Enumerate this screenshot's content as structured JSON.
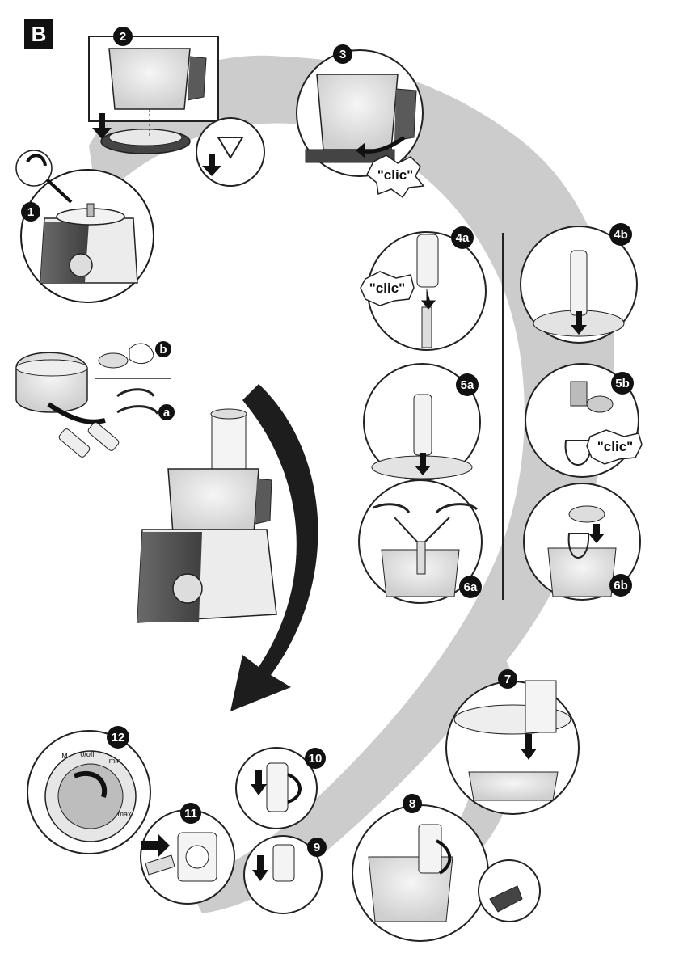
{
  "section_label": "B",
  "steps": {
    "s1": "1",
    "s2": "2",
    "s3": "3",
    "s4a": "4a",
    "s4b": "4b",
    "s5a": "5a",
    "s5b": "5b",
    "s6a": "6a",
    "s6b": "6b",
    "s7": "7",
    "s8": "8",
    "s9": "9",
    "s10": "10",
    "s11": "11",
    "s12": "12"
  },
  "labels": {
    "clic": "\"clic\"",
    "tool_a": "a",
    "tool_b": "b",
    "dial_off": "0/off",
    "dial_min": "min",
    "dial_max": "max",
    "dial_m": "M"
  },
  "colors": {
    "accent": "#111111",
    "bg_swirl": "#c9c9c9",
    "outline": "#1a1a1a",
    "body_dark": "#555555",
    "body_light": "#e9e9e9"
  },
  "icons": [
    "arrow-down-icon",
    "rotate-icon",
    "plug-icon",
    "power-socket-icon",
    "dial-icon"
  ]
}
